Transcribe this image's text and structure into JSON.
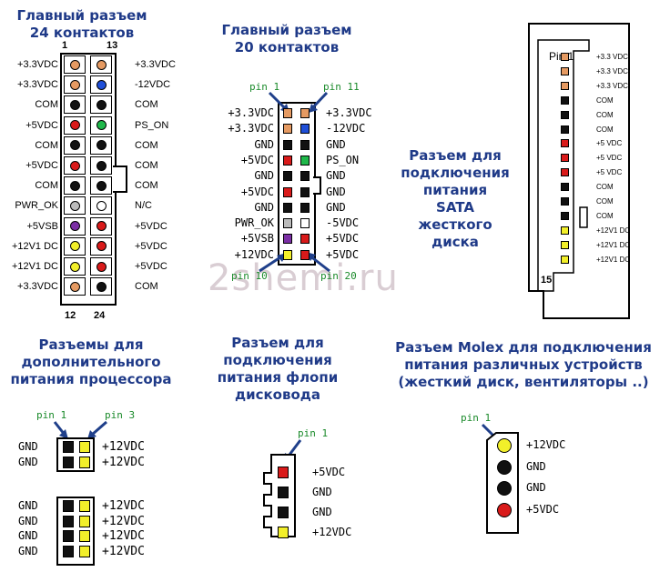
{
  "watermark": "2shemi.ru",
  "colors": {
    "orange": "#e59a62",
    "black": "#111111",
    "blue": "#1f4fd8",
    "red": "#d91a1a",
    "green": "#1fb84a",
    "gray": "#bbbbbb",
    "white": "#ffffff",
    "purple": "#7b2fa5",
    "yellow": "#f2ef2a",
    "title": "#1f3a88",
    "pin_label": "#1a8a2a",
    "arrow": "#1f3f8a"
  },
  "atx24": {
    "title": "Главный разъем\n24 контактов",
    "top_left_num": "1",
    "top_right_num": "13",
    "bottom_left_num": "12",
    "bottom_right_num": "24",
    "rows": [
      {
        "left_label": "+3.3VDC",
        "left_color": "orange",
        "right_color": "orange",
        "right_label": "+3.3VDC"
      },
      {
        "left_label": "+3.3VDC",
        "left_color": "orange",
        "right_color": "blue",
        "right_label": "-12VDC"
      },
      {
        "left_label": "COM",
        "left_color": "black",
        "right_color": "black",
        "right_label": "COM"
      },
      {
        "left_label": "+5VDC",
        "left_color": "red",
        "right_color": "green",
        "right_label": "PS_ON"
      },
      {
        "left_label": "COM",
        "left_color": "black",
        "right_color": "black",
        "right_label": "COM"
      },
      {
        "left_label": "+5VDC",
        "left_color": "red",
        "right_color": "black",
        "right_label": "COM"
      },
      {
        "left_label": "COM",
        "left_color": "black",
        "right_color": "black",
        "right_label": "COM"
      },
      {
        "left_label": "PWR_OK",
        "left_color": "gray",
        "right_color": "white",
        "right_label": "N/C"
      },
      {
        "left_label": "+5VSB",
        "left_color": "purple",
        "right_color": "red",
        "right_label": "+5VDC"
      },
      {
        "left_label": "+12V1 DC",
        "left_color": "yellow",
        "right_color": "red",
        "right_label": "+5VDC"
      },
      {
        "left_label": "+12V1 DC",
        "left_color": "yellow",
        "right_color": "red",
        "right_label": "+5VDC"
      },
      {
        "left_label": "+3.3VDC",
        "left_color": "orange",
        "right_color": "black",
        "right_label": "COM"
      }
    ]
  },
  "atx20": {
    "title": "Главный разъем\n20 контактов",
    "pin1": "pin 1",
    "pin11": "pin 11",
    "pin10": "pin 10",
    "pin20": "pin 20",
    "rows": [
      {
        "left_label": "+3.3VDC",
        "left_color": "orange",
        "right_color": "orange",
        "right_label": "+3.3VDC"
      },
      {
        "left_label": "+3.3VDC",
        "left_color": "orange",
        "right_color": "blue",
        "right_label": "-12VDC"
      },
      {
        "left_label": "GND",
        "left_color": "black",
        "right_color": "black",
        "right_label": "GND"
      },
      {
        "left_label": "+5VDC",
        "left_color": "red",
        "right_color": "green",
        "right_label": "PS_ON"
      },
      {
        "left_label": "GND",
        "left_color": "black",
        "right_color": "black",
        "right_label": "GND"
      },
      {
        "left_label": "+5VDC",
        "left_color": "red",
        "right_color": "black",
        "right_label": "GND"
      },
      {
        "left_label": "GND",
        "left_color": "black",
        "right_color": "black",
        "right_label": "GND"
      },
      {
        "left_label": "PWR_OK",
        "left_color": "gray",
        "right_color": "white",
        "right_label": "-5VDC"
      },
      {
        "left_label": "+5VSB",
        "left_color": "purple",
        "right_color": "red",
        "right_label": "+5VDC"
      },
      {
        "left_label": "+12VDC",
        "left_color": "yellow",
        "right_color": "red",
        "right_label": "+5VDC"
      }
    ]
  },
  "sata": {
    "title": "Разъем для\nподключения\nпитания\nSATA\nжесткого\nдиска",
    "pin1": "Pin 1",
    "pin15": "15",
    "pins": [
      {
        "color": "orange",
        "label": "+3.3 VDC"
      },
      {
        "color": "orange",
        "label": "+3.3 VDC"
      },
      {
        "color": "orange",
        "label": "+3.3 VDC"
      },
      {
        "color": "black",
        "label": "COM"
      },
      {
        "color": "black",
        "label": "COM"
      },
      {
        "color": "black",
        "label": "COM"
      },
      {
        "color": "red",
        "label": "+5 VDC"
      },
      {
        "color": "red",
        "label": "+5 VDC"
      },
      {
        "color": "red",
        "label": "+5 VDC"
      },
      {
        "color": "black",
        "label": "COM"
      },
      {
        "color": "black",
        "label": "COM"
      },
      {
        "color": "black",
        "label": "COM"
      },
      {
        "color": "yellow",
        "label": "+12V1 DC"
      },
      {
        "color": "yellow",
        "label": "+12V1 DC"
      },
      {
        "color": "yellow",
        "label": "+12V1 DC"
      }
    ]
  },
  "cpu": {
    "title": "Разъемы для\nдополнительного\nпитания процессора",
    "pin1": "pin 1",
    "pin3": "pin 3",
    "four_pin": [
      {
        "left_label": "GND",
        "left_color": "black",
        "right_color": "yellow",
        "right_label": "+12VDC"
      },
      {
        "left_label": "GND",
        "left_color": "black",
        "right_color": "yellow",
        "right_label": "+12VDC"
      }
    ],
    "eight_pin": [
      {
        "left_label": "GND",
        "left_color": "black",
        "right_color": "yellow",
        "right_label": "+12VDC"
      },
      {
        "left_label": "GND",
        "left_color": "black",
        "right_color": "yellow",
        "right_label": "+12VDC"
      },
      {
        "left_label": "GND",
        "left_color": "black",
        "right_color": "yellow",
        "right_label": "+12VDC"
      },
      {
        "left_label": "GND",
        "left_color": "black",
        "right_color": "yellow",
        "right_label": "+12VDC"
      }
    ]
  },
  "floppy": {
    "title": "Разъем для\nподключения\nпитания флопи\nдисковода",
    "pin1": "pin 1",
    "pins": [
      {
        "color": "red",
        "label": "+5VDC"
      },
      {
        "color": "black",
        "label": "GND"
      },
      {
        "color": "black",
        "label": "GND"
      },
      {
        "color": "yellow",
        "label": "+12VDC"
      }
    ]
  },
  "molex": {
    "title": "Разъем Molex для подключения\nпитания различных устройств\n(жесткий диск, вентиляторы ..)",
    "pin1": "pin 1",
    "pins": [
      {
        "color": "yellow",
        "label": "+12VDC"
      },
      {
        "color": "black",
        "label": "GND"
      },
      {
        "color": "black",
        "label": "GND"
      },
      {
        "color": "red",
        "label": "+5VDC"
      }
    ]
  }
}
